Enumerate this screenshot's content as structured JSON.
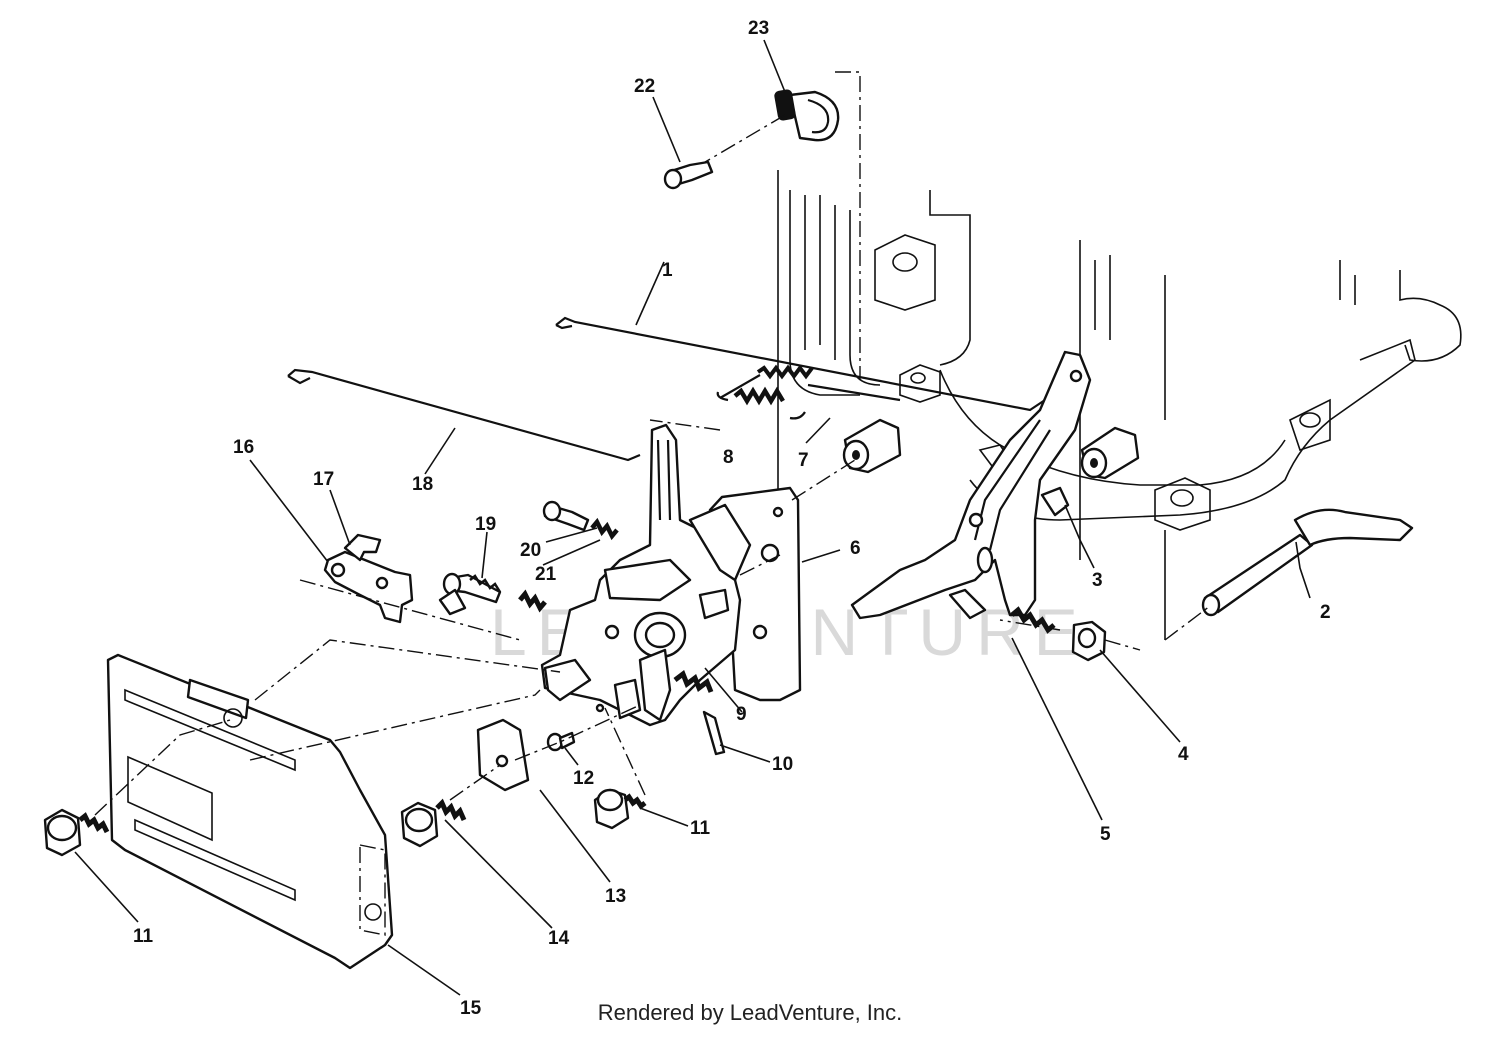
{
  "watermark": "LEADVENTURE",
  "footer": "Rendered by LeadVenture, Inc.",
  "callouts": {
    "c1": "1",
    "c2": "2",
    "c3": "3",
    "c4": "4",
    "c5": "5",
    "c6": "6",
    "c7": "7",
    "c8": "8",
    "c9": "9",
    "c10": "10",
    "c11a": "11",
    "c11b": "11",
    "c12": "12",
    "c13": "13",
    "c14": "14",
    "c15": "15",
    "c16": "16",
    "c17": "17",
    "c18": "18",
    "c19": "19",
    "c20": "20",
    "c21": "21",
    "c22": "22",
    "c23": "23"
  }
}
